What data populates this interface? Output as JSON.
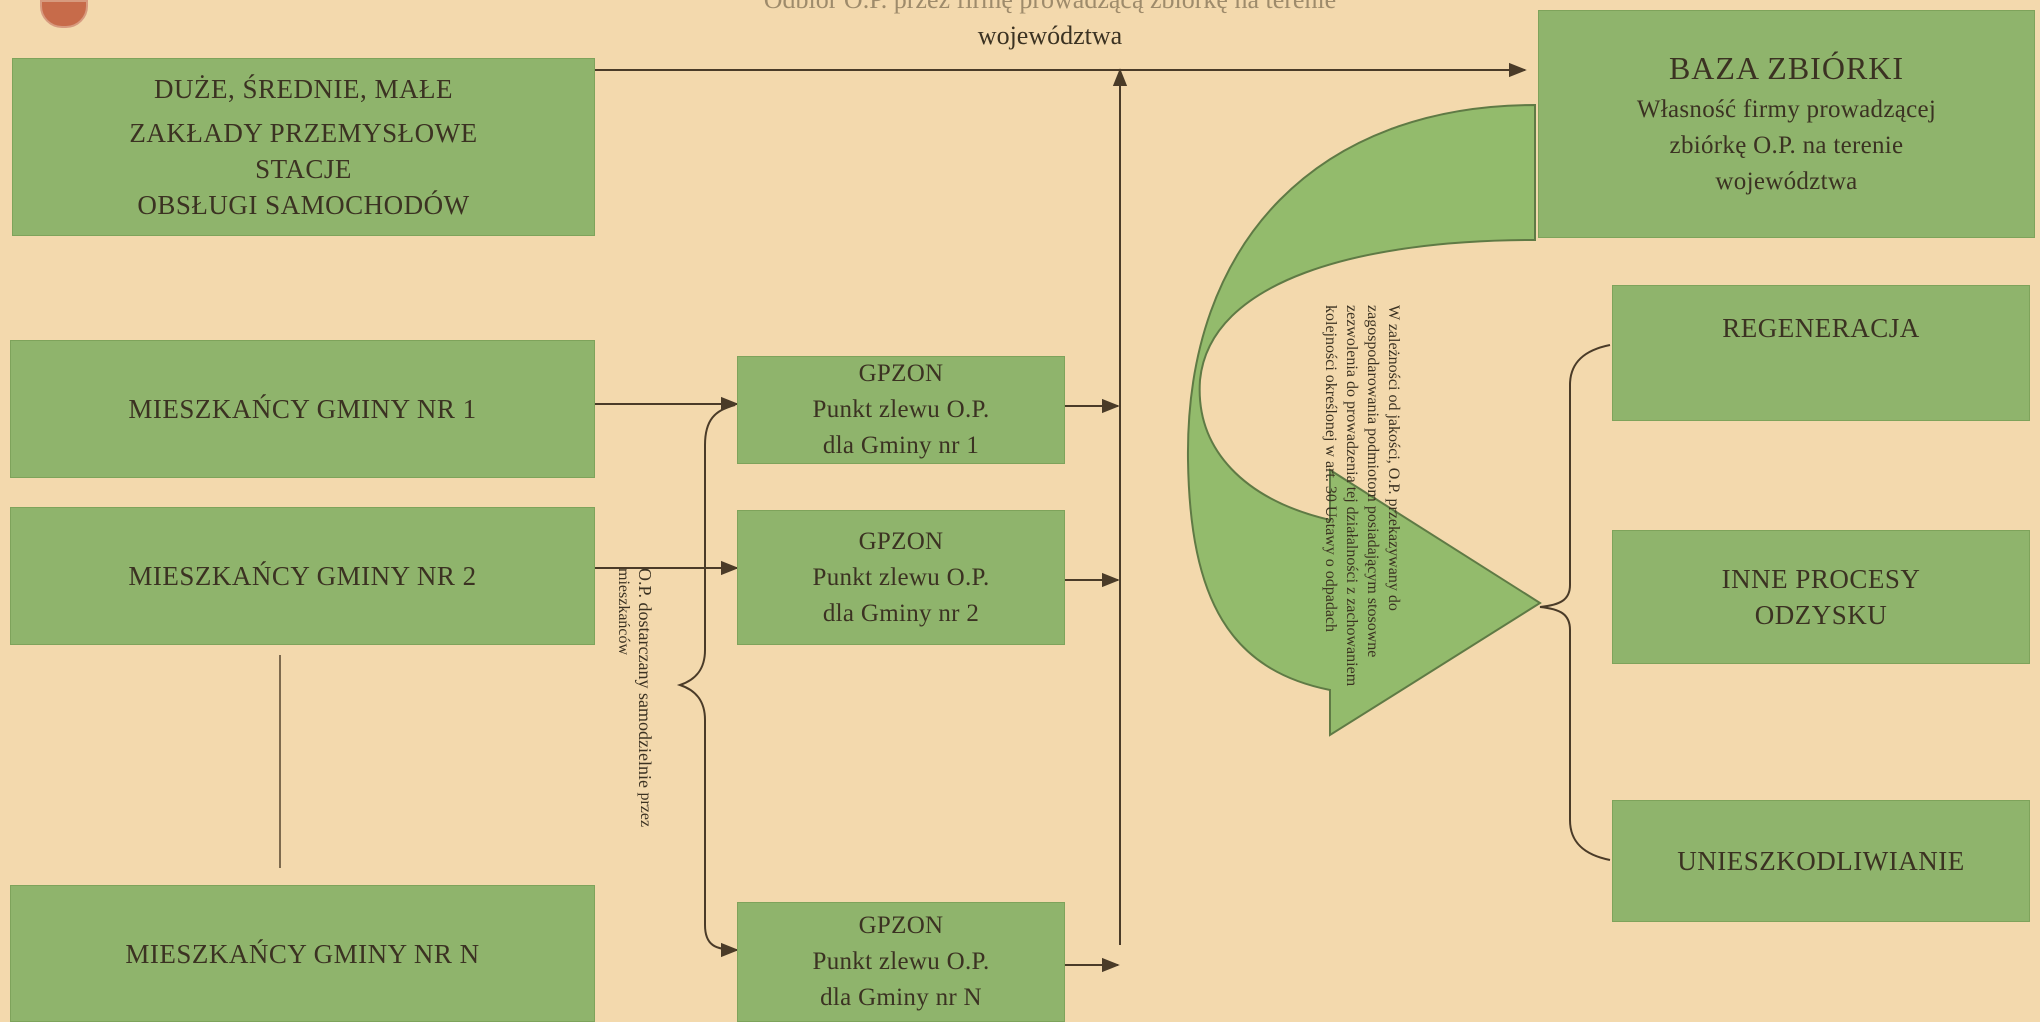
{
  "top_caption": {
    "line1": "Odbiór O.P. przez firmę prowadzącą zbiórkę na terenie",
    "line2": "województwa"
  },
  "sources": {
    "industry": {
      "line1": "DUŻE, ŚREDNIE, MAŁE",
      "line2": "ZAKŁADY PRZEMYSŁOWE",
      "line3": "STACJE",
      "line4": "OBSŁUGI SAMOCHODÓW"
    },
    "resident_1": "MIESZKAŃCY GMINY NR 1",
    "resident_2": "MIESZKAŃCY GMINY NR 2",
    "resident_n": "MIESZKAŃCY GMINY NR N"
  },
  "gpzon": [
    {
      "title": "GPZON",
      "line1": "Punkt zlewu O.P.",
      "line2": "dla Gminy nr 1"
    },
    {
      "title": "GPZON",
      "line1": "Punkt zlewu O.P.",
      "line2": "dla Gminy nr 2"
    },
    {
      "title": "GPZON",
      "line1": "Punkt zlewu O.P.",
      "line2": "dla Gminy nr N"
    }
  ],
  "bracket_label": {
    "line1": "O.P. dostarczany samodzielnie",
    "line2": "przez mieszkańców"
  },
  "base": {
    "title": "BAZA ZBIÓRKI",
    "line1": "Własność firmy prowadzącej",
    "line2": "zbiórkę O.P. na terenie",
    "line3": "województwa"
  },
  "arrow_label": {
    "line1": "W zależności od jakości, O.P. przekazywany do",
    "line2": "zagospodarowania podmiotom posiadającym stosowne",
    "line3": "zezwolenia do prowadzenia tej działalności z zachowaniem",
    "line4": "kolejności określonej w art. 30 Ustawy o odpadach"
  },
  "outcomes": {
    "regeneration": "REGENERACJA",
    "recovery_line1": "INNE PROCESY",
    "recovery_line2": "ODZYSKU",
    "disposal": "UNIESZKODLIWIANIE"
  },
  "colors": {
    "background": "#f3d9ad",
    "box_fill": "#8fb46c",
    "arrow_fill": "#93bb6c",
    "line": "#4a3b28"
  }
}
